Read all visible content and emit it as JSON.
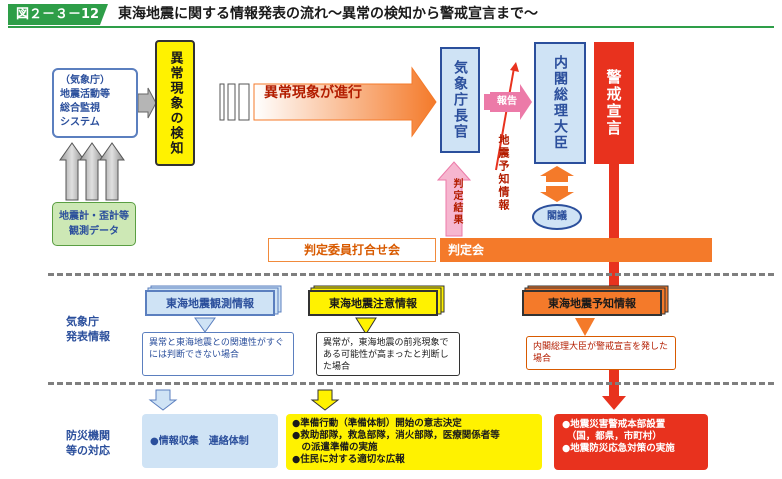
{
  "header": {
    "figure_number": "図２－３－12",
    "title": "東海地震に関する情報発表の流れ～異常の検知から警戒宣言まで～"
  },
  "top": {
    "jma_system_lines": [
      "（気象庁）",
      "地震活動等",
      "総合監視",
      "システム"
    ],
    "observation_data_lines": [
      "地震計・歪計等",
      "観測データ"
    ],
    "anomaly_detection": "異常現象の検知",
    "anomaly_progress": "異常現象が進行",
    "jma_director": "気象庁長官",
    "report": "報告",
    "eq_forecast_info": "地震予知情報",
    "pm": "内閣総理大臣",
    "deliberation": "閣議",
    "warning_declaration": "警戒宣言",
    "judgment_result": "判定結果",
    "committee_meeting": "判定委員打合せ会",
    "judgment_meeting": "判定会"
  },
  "middle": {
    "row_label_lines": [
      "気象庁",
      "発表情報"
    ],
    "obs_info": {
      "title": "東海地震観測情報",
      "body": "異常と東海地震との関連性がすぐには判断できない場合"
    },
    "caution_info": {
      "title": "東海地震注意情報",
      "body": "異常が，東海地震の前兆現象である可能性が高まったと判断した場合"
    },
    "forecast_info": {
      "title": "東海地震予知情報",
      "body": "内閣総理大臣が警戒宣言を発した場合"
    }
  },
  "bottom": {
    "row_label_lines": [
      "防災機関",
      "等の対応"
    ],
    "blue": "●情報収集　連絡体制",
    "yellow_lines": [
      "●準備行動（準備体制）開始の意志決定",
      "●救助部隊，救急部隊，消火部隊，医療関係者等",
      "　の派遣準備の実施",
      "●住民に対する適切な広報"
    ],
    "red_lines": [
      "●地震災害警戒本部設置",
      "　（国，都県，市町村）",
      "●地震防災応急対策の実施"
    ]
  },
  "colors": {
    "green": "#2e9e48",
    "blue": "#2b4f9c",
    "light_blue": "#cfe3f5",
    "yellow": "#fff200",
    "orange": "#f47a2a",
    "red": "#e8321e",
    "pink": "#ec7aa8"
  }
}
